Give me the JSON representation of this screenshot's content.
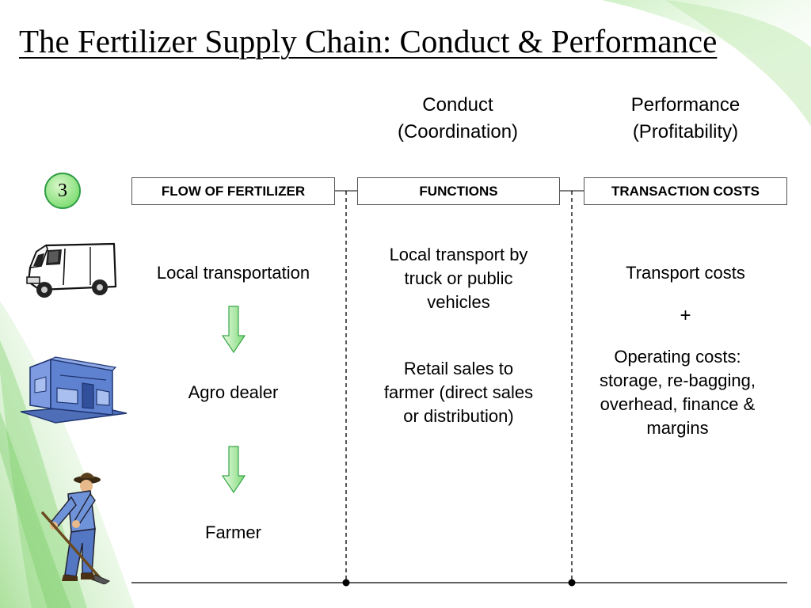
{
  "title": "The Fertilizer Supply Chain: Conduct & Performance",
  "headers": {
    "conduct": [
      "Conduct",
      "(Coordination)"
    ],
    "performance": [
      "Performance",
      "(Profitability)"
    ]
  },
  "step_number": "3",
  "boxes": {
    "flow": "FLOW OF FERTILIZER",
    "functions": "FUNCTIONS",
    "transaction": "TRANSACTION COSTS"
  },
  "flow": {
    "stage1": "Local transportation",
    "stage2": "Agro dealer",
    "stage3": "Farmer"
  },
  "functions": {
    "f1": [
      "Local transport by",
      "truck or public",
      "vehicles"
    ],
    "f2": [
      "Retail sales to",
      "farmer (direct sales",
      "or distribution)"
    ]
  },
  "costs": {
    "transport": "Transport costs",
    "plus": "+",
    "operating": [
      "Operating costs:",
      "storage, re-bagging,",
      "overhead, finance &",
      "margins"
    ]
  },
  "icons": {
    "van": "delivery-van-icon",
    "store": "store-icon",
    "farmer": "farmer-hoeing-icon",
    "arrow": "down-arrow-icon"
  },
  "colors": {
    "accent_green": "#5fcf5e",
    "swoosh_green": "#9edc8c",
    "clip_blue": "#6f8fd6"
  }
}
